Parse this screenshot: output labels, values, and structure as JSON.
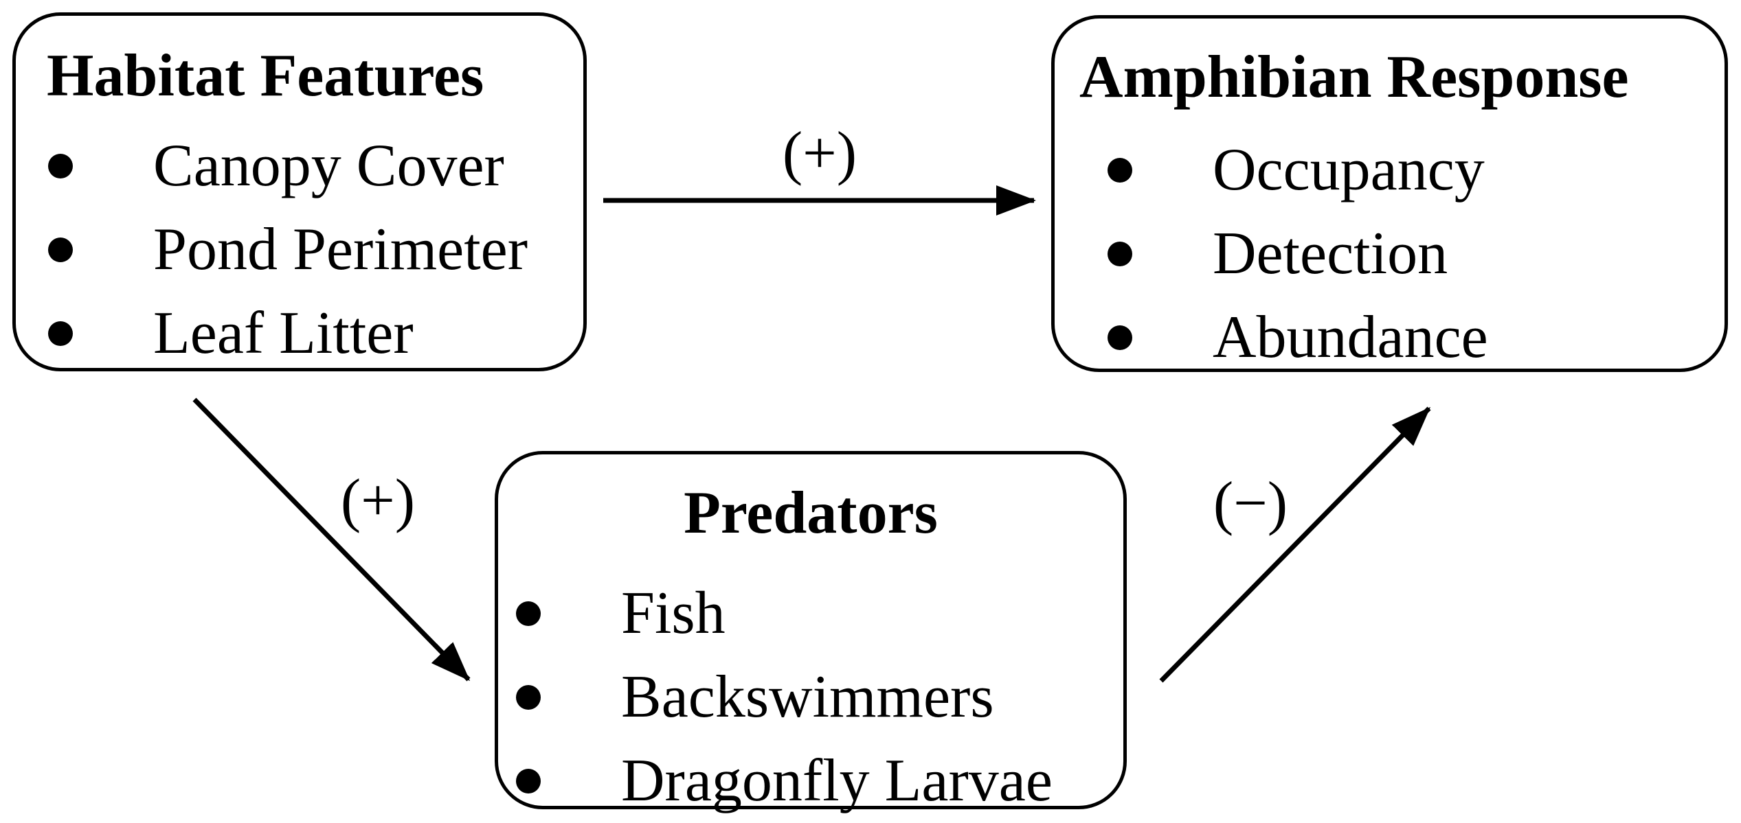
{
  "nodes": {
    "habitat": {
      "title": "Habitat Features",
      "items": [
        "Canopy Cover",
        "Pond Perimeter",
        "Leaf Litter"
      ]
    },
    "response": {
      "title": "Amphibian Response",
      "items": [
        "Occupancy",
        "Detection",
        "Abundance"
      ]
    },
    "predators": {
      "title": "Predators",
      "items": [
        "Fish",
        "Backswimmers",
        "Dragonfly Larvae"
      ]
    }
  },
  "edges": [
    {
      "from": "habitat",
      "to": "response",
      "label": "(+)"
    },
    {
      "from": "habitat",
      "to": "predators",
      "label": "(+)"
    },
    {
      "from": "predators",
      "to": "response",
      "label": "(−)"
    }
  ],
  "colors": {
    "stroke": "#000000",
    "background": "#ffffff"
  }
}
